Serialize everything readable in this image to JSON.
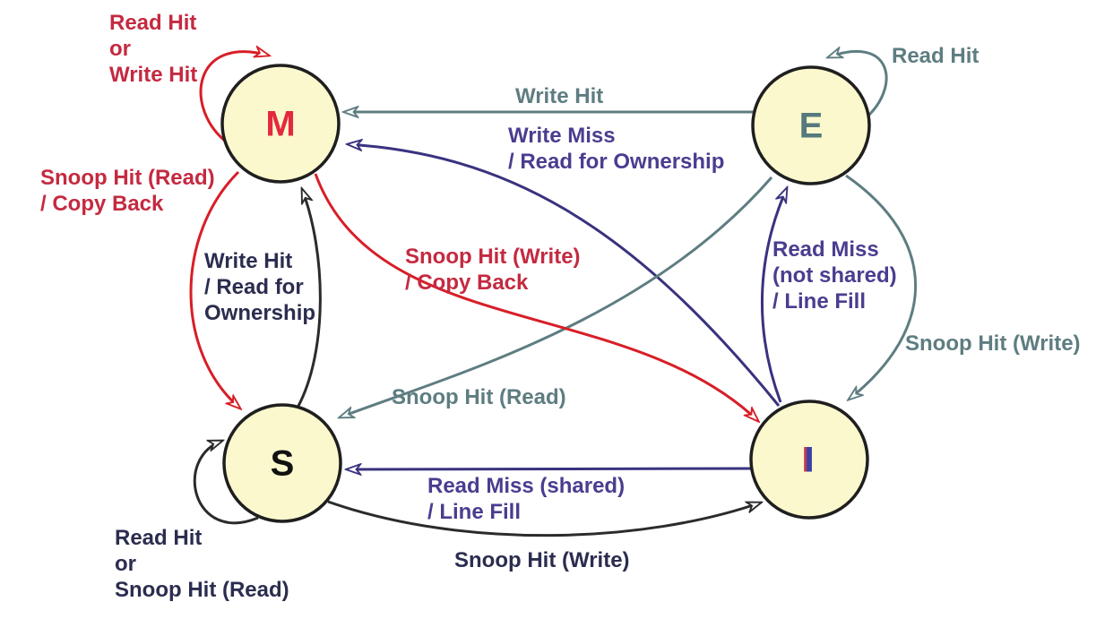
{
  "diagram_type": "state-transition-diagram",
  "colors": {
    "state_fill": "#fbf8cd",
    "state_border": "#1f1f1f",
    "red_text": "#c42a40",
    "red_arrow": "#d81e27",
    "slate_text": "#5e7d81",
    "slate_arrow": "#5e7d81",
    "navy_text": "#4a3d8f",
    "navy_arrow": "#39327f",
    "dark_text": "#2b2d4f",
    "black_arrow": "#2b2b2b"
  },
  "states": {
    "m": {
      "label": "M"
    },
    "e": {
      "label": "E"
    },
    "s": {
      "label": "S"
    },
    "i": {
      "label": "I"
    }
  },
  "transitions": {
    "m_self": {
      "from": "M",
      "to": "M",
      "text": "Read Hit\nor\nWrite Hit"
    },
    "m_to_s": {
      "from": "M",
      "to": "S",
      "text": "Snoop Hit (Read)\n/ Copy Back"
    },
    "m_to_i": {
      "from": "M",
      "to": "I",
      "text": "Snoop Hit (Write)\n/ Copy Back"
    },
    "e_self": {
      "from": "E",
      "to": "E",
      "text": "Read Hit"
    },
    "e_to_m": {
      "from": "E",
      "to": "M",
      "text": "Write Hit"
    },
    "e_to_s": {
      "from": "E",
      "to": "S",
      "text": "Snoop Hit (Read)"
    },
    "e_to_i": {
      "from": "E",
      "to": "I",
      "text": "Snoop Hit (Write)"
    },
    "s_self": {
      "from": "S",
      "to": "S",
      "text": "Read Hit\nor\nSnoop Hit (Read)"
    },
    "s_to_m": {
      "from": "S",
      "to": "M",
      "text": "Write Hit\n/ Read for\nOwnership"
    },
    "s_to_i": {
      "from": "S",
      "to": "I",
      "text": "Snoop Hit (Write)"
    },
    "i_to_m": {
      "from": "I",
      "to": "M",
      "text": "Write Miss\n/ Read for Ownership"
    },
    "i_to_e": {
      "from": "I",
      "to": "E",
      "text": "Read Miss\n(not shared)\n/ Line Fill"
    },
    "i_to_s": {
      "from": "I",
      "to": "S",
      "text": "Read Miss (shared)\n/ Line Fill"
    }
  }
}
